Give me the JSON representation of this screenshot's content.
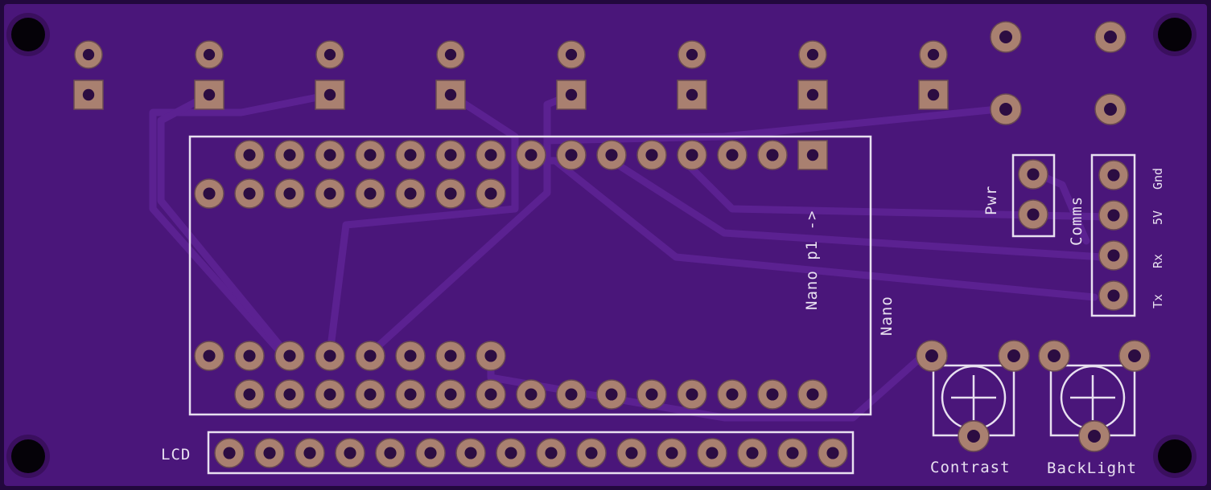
{
  "colors": {
    "board": "#3f1066",
    "board_edge": "#22083d",
    "copper_fill": "#4a167a",
    "trace": "#5b2191",
    "pad": "#a98070",
    "pad_edge": "#6a4a52",
    "hole": "#2c0d42",
    "silkscreen": "#e8e0f0",
    "mount_hole": "#050208"
  },
  "labels": {
    "nano_pin1": "Nano p1 ->",
    "nano": "Nano",
    "pwr": "Pwr",
    "comms": "Comms",
    "gnd": "Gnd",
    "v5": "5V",
    "rx": "Rx",
    "tx": "Tx",
    "lcd": "LCD",
    "contrast": "Contrast",
    "backlight": "BackLight"
  }
}
